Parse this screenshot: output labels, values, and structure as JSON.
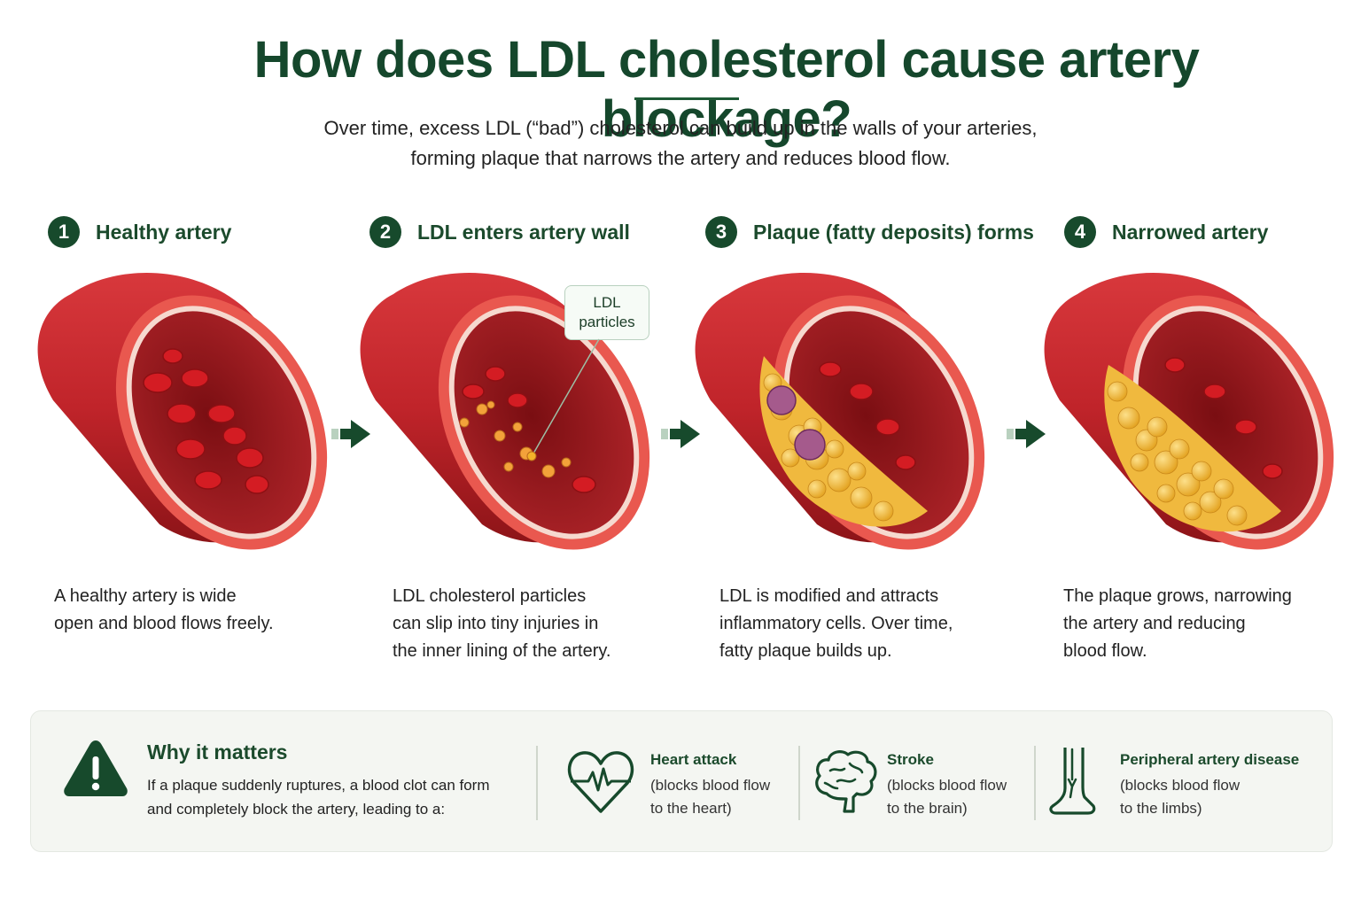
{
  "header": {
    "title": "How does LDL cholesterol cause artery blockage?",
    "subtitle_line1": "Over time, excess LDL (“bad”) cholesterol can build up in the walls of your arteries,",
    "subtitle_line2": "forming plaque that narrows the artery and reduces blood flow."
  },
  "steps": [
    {
      "number": "1",
      "title": "Healthy artery",
      "desc": [
        "A healthy artery is wide",
        "open and blood flows freely."
      ]
    },
    {
      "number": "2",
      "title": "LDL enters artery wall",
      "desc": [
        "LDL cholesterol particles",
        "can slip into tiny injuries in",
        "the inner lining of the artery."
      ]
    },
    {
      "number": "3",
      "title": "Plaque (fatty deposits) forms",
      "desc": [
        "LDL is modified and attracts",
        "inflammatory cells. Over time,",
        "fatty plaque builds up."
      ]
    },
    {
      "number": "4",
      "title": "Narrowed artery",
      "desc": [
        "The plaque grows, narrowing",
        "the artery and reducing",
        "blood flow."
      ]
    }
  ],
  "callout": {
    "line1": "LDL",
    "line2": "particles"
  },
  "why": {
    "title": "Why it matters",
    "line1": "If a plaque suddenly ruptures, a blood clot can form",
    "line2": "and completely block the artery, leading to a:",
    "icon": "warning-icon"
  },
  "risks": [
    {
      "icon": "heart-icon",
      "title": "Heart attack",
      "line1": "(blocks blood flow",
      "line2": "to the heart)"
    },
    {
      "icon": "brain-icon",
      "title": "Stroke",
      "line1": "(blocks blood flow",
      "line2": "to the brain)"
    },
    {
      "icon": "leg-icon",
      "title": "Peripheral artery disease",
      "line1": "(blocks blood flow",
      "line2": "to the limbs)"
    }
  ],
  "colors": {
    "brand": "#174a2c",
    "artery": "#c9252b",
    "lumen": "#8e1216",
    "plaque": "#f0b93e"
  }
}
